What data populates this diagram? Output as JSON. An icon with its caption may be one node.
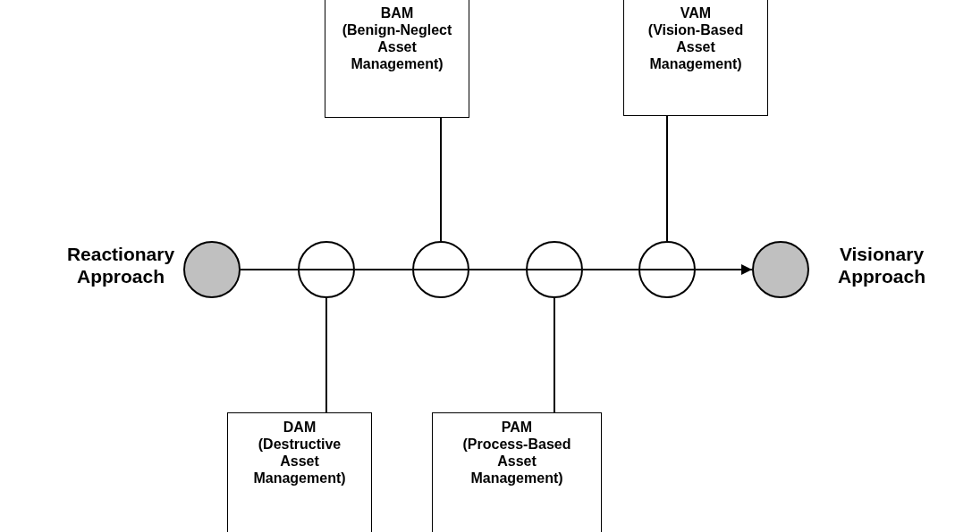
{
  "diagram": {
    "nodes": [
      {
        "text": [
          "BAM",
          "(Benign-Neglect Asset Management)"
        ]
      },
      {
        "text": [
          "VAM",
          "(Vision-Based Asset Management)"
        ]
      },
      {
        "text": [],
        "shape": "circle",
        "beside": [
          "Reactionary Approach"
        ]
      },
      {
        "text": [],
        "shape": "circle"
      },
      {
        "text": [],
        "shape": "circle"
      },
      {
        "text": [],
        "shape": "circle"
      },
      {
        "text": [],
        "shape": "circle"
      },
      {
        "text": [],
        "shape": "circle",
        "beside": [
          "Visionary Approach"
        ]
      },
      {
        "text": [
          "DAM",
          "(Destructive Asset Management)"
        ]
      },
      {
        "text": [
          "PAM",
          "(Process-Based Asset Management)"
        ]
      }
    ],
    "edges": [
      {
        "from": 2,
        "to": 3,
        "arrow": "none"
      },
      {
        "from": 3,
        "to": 4,
        "arrow": "none"
      },
      {
        "from": 4,
        "to": 5,
        "arrow": "none"
      },
      {
        "from": 5,
        "to": 6,
        "arrow": "none"
      },
      {
        "from": 6,
        "to": 7,
        "arrow": "to"
      },
      {
        "from": 0,
        "to": 4,
        "arrow": "none"
      },
      {
        "from": 1,
        "to": 6,
        "arrow": "none"
      },
      {
        "from": 3,
        "to": 8,
        "arrow": "none"
      },
      {
        "from": 5,
        "to": 9,
        "arrow": "none"
      }
    ]
  }
}
